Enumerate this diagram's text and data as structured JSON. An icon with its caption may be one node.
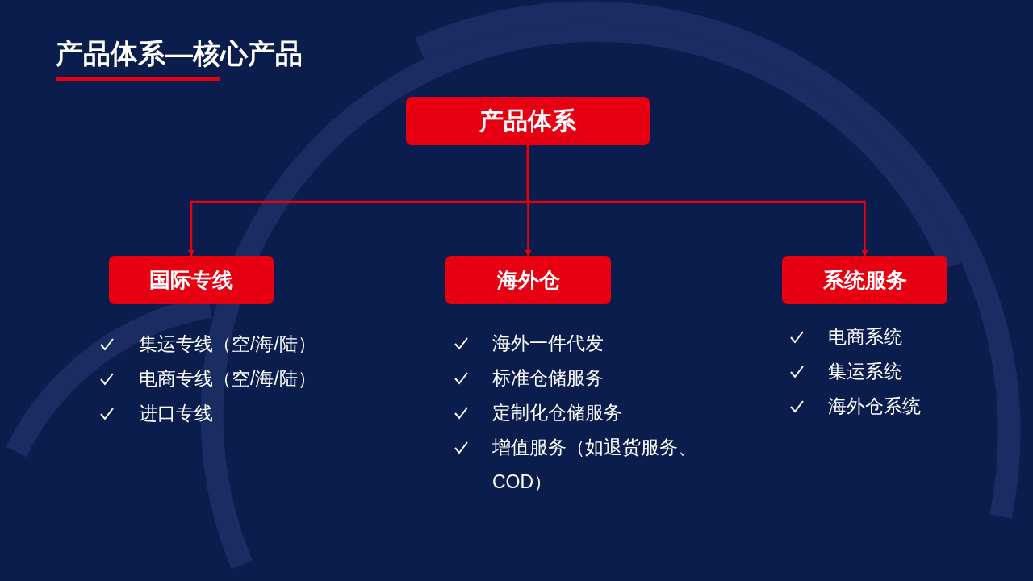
{
  "diagram": {
    "title": "产品体系—核心产品",
    "nodes": [
      {
        "text": [
          "产品体系"
        ]
      },
      {
        "text": [
          "国际专线"
        ],
        "beside": [
          "集运专线（空/海/陆）",
          "电商专线（空/海/陆）",
          "进口专线"
        ]
      },
      {
        "text": [
          "海外仓"
        ],
        "beside": [
          "海外一件代发",
          "标准仓储服务",
          "定制化仓储服务",
          "增值服务（如退货服务、COD）"
        ]
      },
      {
        "text": [
          "系统服务"
        ],
        "beside": [
          "电商系统",
          "集运系统",
          "海外仓系统"
        ]
      }
    ],
    "edges": [
      {
        "from": 0,
        "to": 1,
        "arrow": "to"
      },
      {
        "from": 0,
        "to": 2,
        "arrow": "to"
      },
      {
        "from": 0,
        "to": 3,
        "arrow": "to"
      }
    ]
  }
}
